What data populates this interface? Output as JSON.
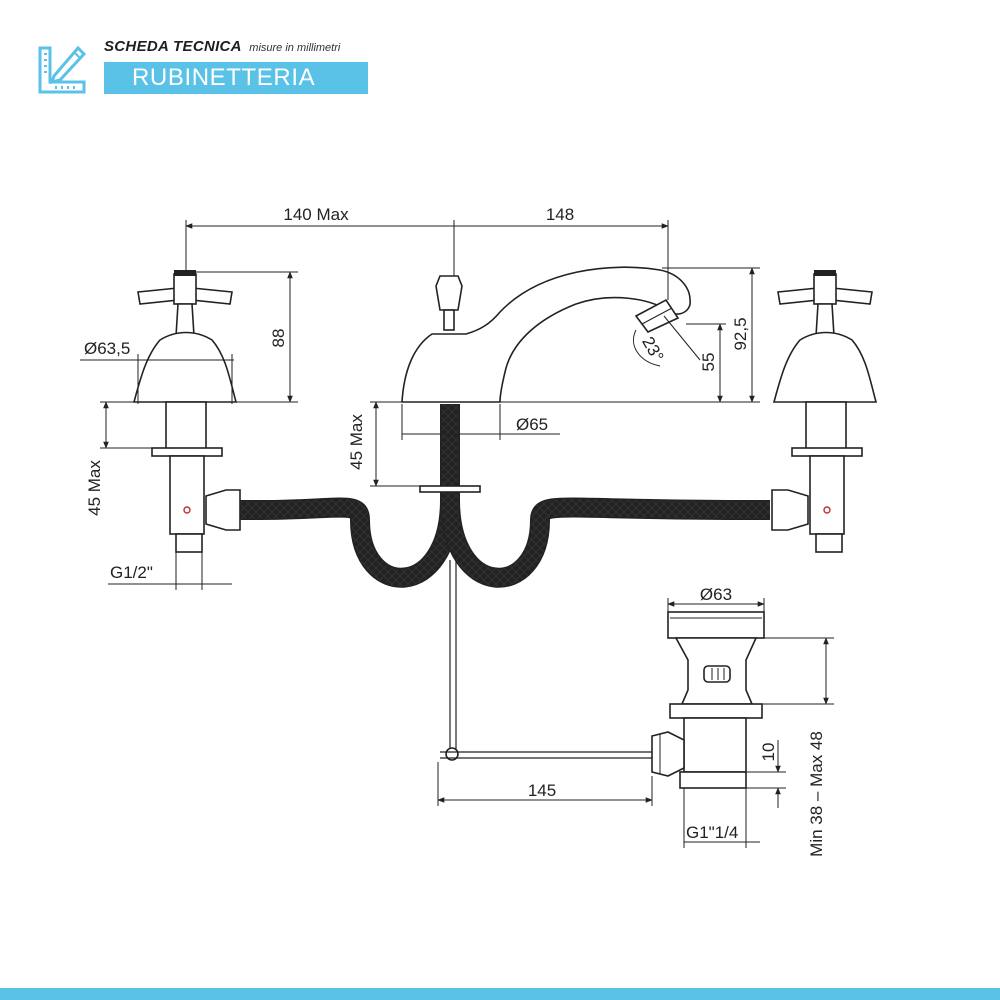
{
  "header": {
    "title": "SCHEDA TECNICA",
    "subtitle": "misure in millimetri",
    "banner": "RUBINETTERIA",
    "logo_icon": "ruler-pencil-icon"
  },
  "dimensions": {
    "spout_reach": "140 Max",
    "handle_spacing": "148",
    "handle_height": "88",
    "handle_diameter": "Ø63,5",
    "handle_shank": "45 Max",
    "inlet_thread": "G1/2\"",
    "center_shank": "45 Max",
    "spout_base": "Ø65",
    "spout_angle": "23°",
    "spout_outlet_height": "55",
    "spout_height": "92,5",
    "drain_diameter": "Ø63",
    "drain_rod": "145",
    "drain_offset": "10",
    "drain_thread": "G1\"1/4",
    "drain_range": "Min 38 – Max 48"
  },
  "colors": {
    "accent": "#5bc2e7",
    "line": "#222222"
  }
}
